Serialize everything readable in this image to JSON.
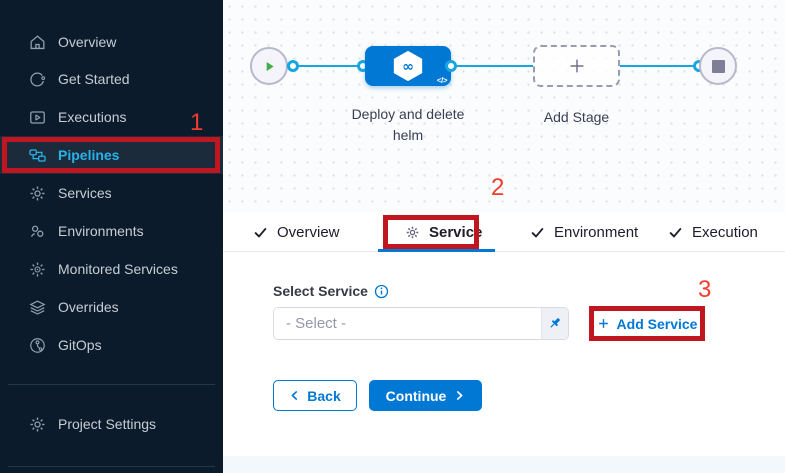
{
  "annotations": {
    "step1": "1",
    "step2": "2",
    "step3": "3"
  },
  "sidebar": {
    "items": [
      {
        "label": "Overview"
      },
      {
        "label": "Get Started"
      },
      {
        "label": "Executions"
      },
      {
        "label": "Pipelines",
        "active": true
      },
      {
        "label": "Services"
      },
      {
        "label": "Environments"
      },
      {
        "label": "Monitored Services"
      },
      {
        "label": "Overrides"
      },
      {
        "label": "GitOps"
      }
    ],
    "footer_item": {
      "label": "Project Settings"
    }
  },
  "pipeline": {
    "stage_label": "Deploy and delete helm",
    "stage_icon": "infinity",
    "add_stage_label": "Add Stage"
  },
  "tabs": [
    {
      "label": "Overview",
      "state": "done"
    },
    {
      "label": "Service",
      "state": "active"
    },
    {
      "label": "Environment",
      "state": "done"
    },
    {
      "label": "Execution",
      "state": "done"
    }
  ],
  "form": {
    "select_service_label": "Select Service",
    "select_placeholder": "- Select -",
    "add_service_label": "Add Service",
    "back_label": "Back",
    "continue_label": "Continue"
  },
  "colors": {
    "accent_blue": "#0278d5",
    "sidebar_bg": "#0b1b2b",
    "sidebar_active_text": "#29b2e8",
    "connector_line": "#18a6e0",
    "annotation_red": "#c0161f",
    "play_green": "#3fae49"
  }
}
